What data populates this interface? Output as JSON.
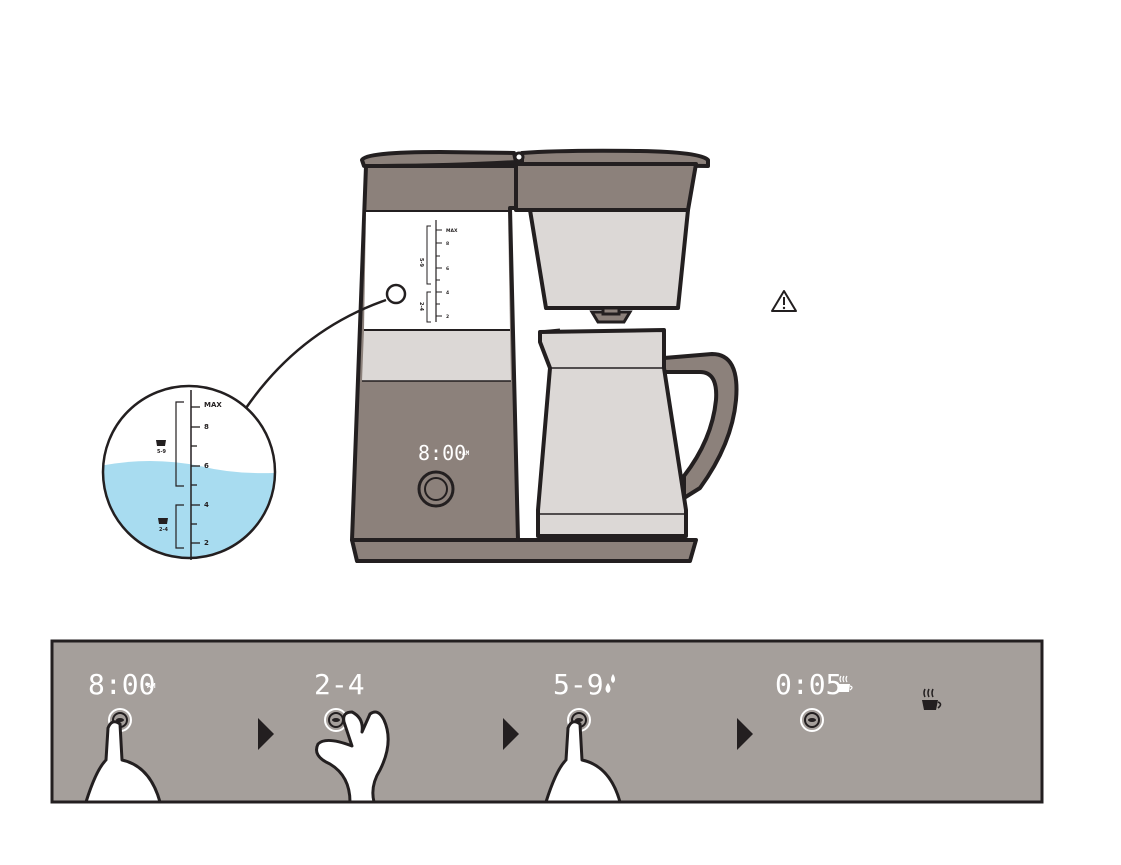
{
  "machine": {
    "display_time": "8:00",
    "display_ampm": "AM"
  },
  "scale": {
    "window_labels": [
      "MAX",
      "8",
      "6",
      "4",
      "2"
    ],
    "window_group_large": "5-9",
    "window_group_small": "2-4",
    "zoom_labels": [
      "MAX",
      "8",
      "6",
      "4",
      "2"
    ],
    "zoom_group_large": "5-9",
    "zoom_group_small": "2-4",
    "water_level_cups": 5.3
  },
  "steps": [
    {
      "display": "8:00",
      "suffix": "AM",
      "icon": ""
    },
    {
      "display": "2-4",
      "suffix": "",
      "icon": ""
    },
    {
      "display": "5-9",
      "suffix": "",
      "icon": "water-drops-icon"
    },
    {
      "display": "0:05",
      "suffix": "",
      "icon": "steaming-cup-icon"
    }
  ],
  "colors": {
    "body": "#8c817b",
    "panel": "#a59f9b",
    "water": "#a8dcf0",
    "glass": "#dcd8d6",
    "outline": "#231f20"
  }
}
